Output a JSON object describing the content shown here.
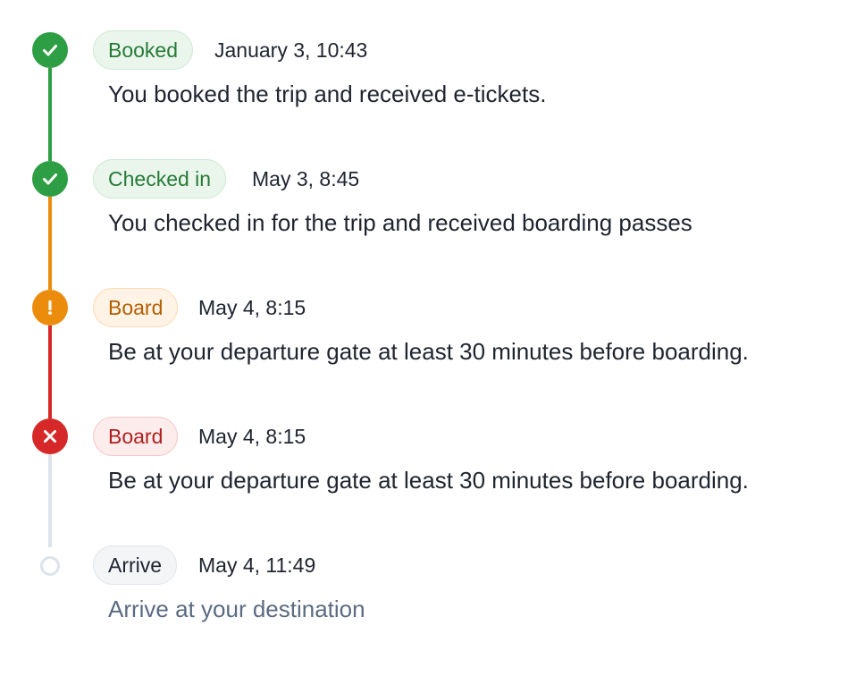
{
  "timeline": {
    "events": [
      {
        "status": "success",
        "icon": "check-icon",
        "badge": "Booked",
        "time": "January 3, 10:43",
        "description": "You booked the trip and received e-tickets."
      },
      {
        "status": "success",
        "icon": "check-icon",
        "badge": "Checked in",
        "time": "May 3, 8:45",
        "description": "You checked in for the trip and received boarding passes"
      },
      {
        "status": "warning",
        "icon": "exclamation-icon",
        "badge": "Board",
        "time": "May 4, 8:15",
        "description": "Be at your departure gate at least 30 minutes before boarding."
      },
      {
        "status": "danger",
        "icon": "x-icon",
        "badge": "Board",
        "time": "May 4, 8:15",
        "description": "Be at your departure gate at least 30 minutes before boarding."
      },
      {
        "status": "pending",
        "icon": "empty-circle-icon",
        "badge": "Arrive",
        "time": "May 4, 11:49",
        "description": "Arrive at your destination"
      }
    ],
    "colors": {
      "success": "#2e9e44",
      "warning": "#ec8c0d",
      "danger": "#d62828",
      "pending": "#dde3ea",
      "text": "#1f2430",
      "muted_text": "#5b6b82"
    }
  }
}
